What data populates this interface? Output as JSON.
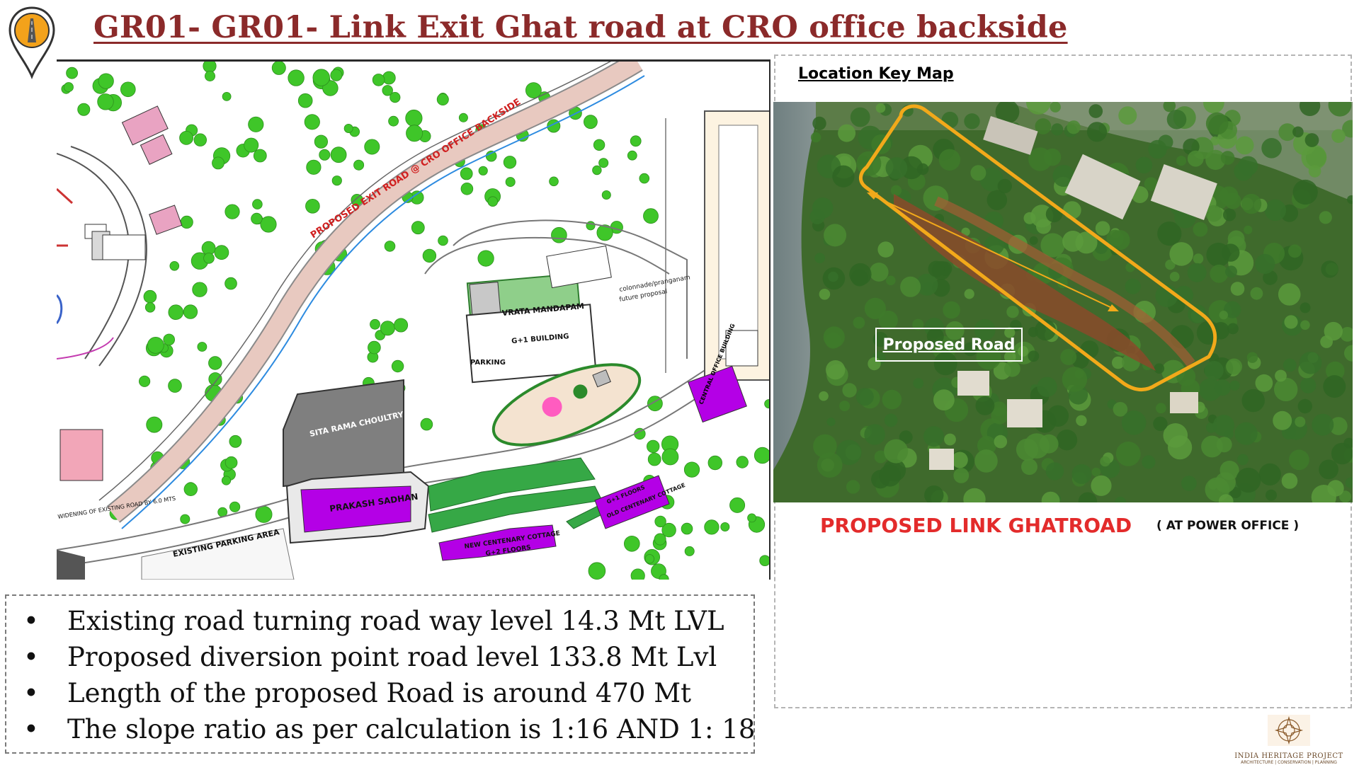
{
  "header": {
    "title": "GR01- GR01- Link  Exit Ghat road at CRO office backside"
  },
  "site_plan": {
    "proposed_road_label": "PROPOSED  EXIT ROAD @ CRO OFFICE BACKSIDE",
    "labels": {
      "vrata_mandapam": "VRATA MANDAPAM",
      "g1_building": "G+1 BUILDING",
      "parking": "PARKING",
      "sita_rama_choultry": "SITA RAMA CHOULTRY",
      "prakash_sadhan": "PRAKASH  SADHAN",
      "new_centenary_cottage": "NEW CENTENARY COTTAGE",
      "new_centenary_floors": "G+2 FLOORS",
      "old_centenary_floors": "G+1 FLOORS",
      "old_centenary_cottage": "OLD CENTENARY COTTAGE",
      "existing_parking_area": "EXISTING PARKING AREA",
      "widening_road": "WIDENING OF EXISTING ROAD BY 6.0 MTS",
      "colonnade": "colonnade/pranganam",
      "future_proposal": "future proposal",
      "central_office": "CENTRAL OFFICE BUILDING"
    },
    "colors": {
      "tree": "#3fc629",
      "proposed_road": "#e8c9c0",
      "building_magenta": "#b400e6",
      "building_grey": "#7f7f7f"
    }
  },
  "key_map": {
    "heading": "Location Key Map",
    "photo_label": "Proposed Road",
    "caption_main": "PROPOSED LINK GHATROAD",
    "caption_sub": "( AT POWER OFFICE )",
    "highlight_color": "#f2a91a"
  },
  "notes": [
    "Existing road turning road way level 14.3 Mt LVL",
    "Proposed diversion point road level 133.8 Mt Lvl",
    "Length of the proposed Road is around 470 Mt",
    "The slope ratio as per calculation is 1:16 AND 1: 18"
  ],
  "branding": {
    "name": "INDIA HERITAGE PROJECT",
    "tagline": "ARCHITECTURE | CONSERVATION | PLANNING"
  }
}
